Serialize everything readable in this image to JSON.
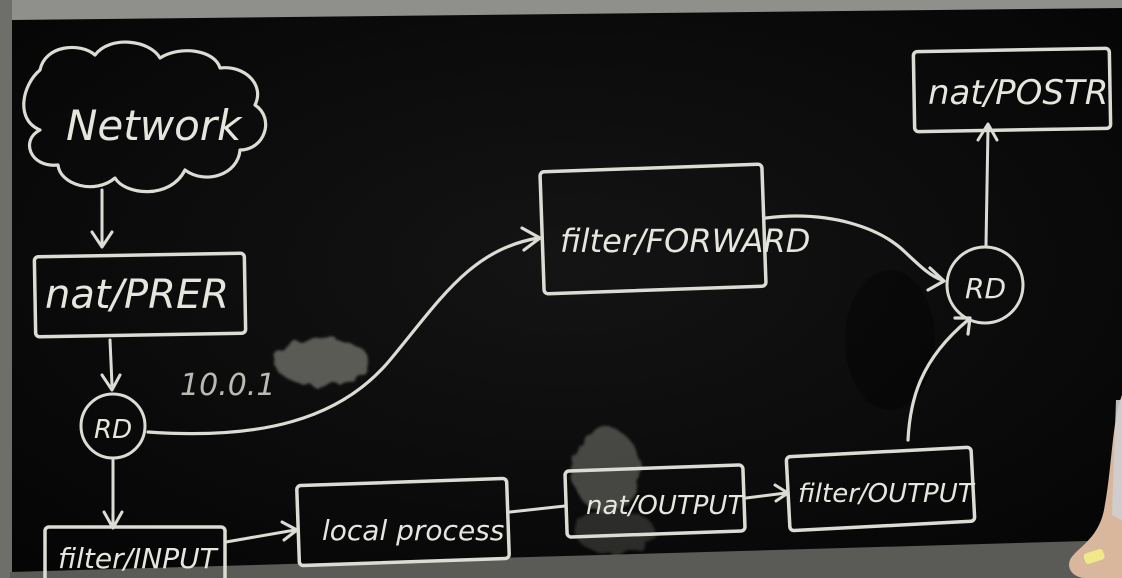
{
  "diagram": {
    "nodes": {
      "network": "Network",
      "nat_prerouting": "nat/PRER",
      "routing_decision_1": "RD",
      "filter_input": "filter/INPUT",
      "local_process": "local process",
      "filter_forward": "filter/FORWARD",
      "nat_output": "nat/OUTPUT",
      "filter_output": "filter/OUTPUT",
      "routing_decision_2": "RD",
      "nat_postrouting": "nat/POSTR"
    },
    "annotations": {
      "ip_fragment": "10.0.1"
    }
  },
  "colors": {
    "chalkboard": "#0c0c0c",
    "chalk": "#e6e6df",
    "frame": "#8a8a86"
  }
}
